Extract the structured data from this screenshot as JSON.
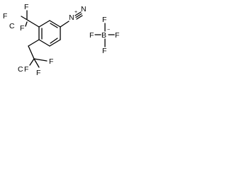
{
  "structure": {
    "cf3_top": {
      "carbon": "C",
      "f_left": "F",
      "f_top": "F",
      "f_low": "F"
    },
    "cf3_bottom": {
      "carbon": "C",
      "f_left": "F",
      "f_right": "F",
      "f_bottom": "F"
    },
    "diazonium": {
      "n1": "N",
      "n1_charge": "+",
      "n2": "N"
    },
    "tetrafluoroborate": {
      "boron": "B",
      "boron_charge": "−",
      "f_top": "F",
      "f_left": "F",
      "f_right": "F",
      "f_bottom": "F"
    }
  }
}
